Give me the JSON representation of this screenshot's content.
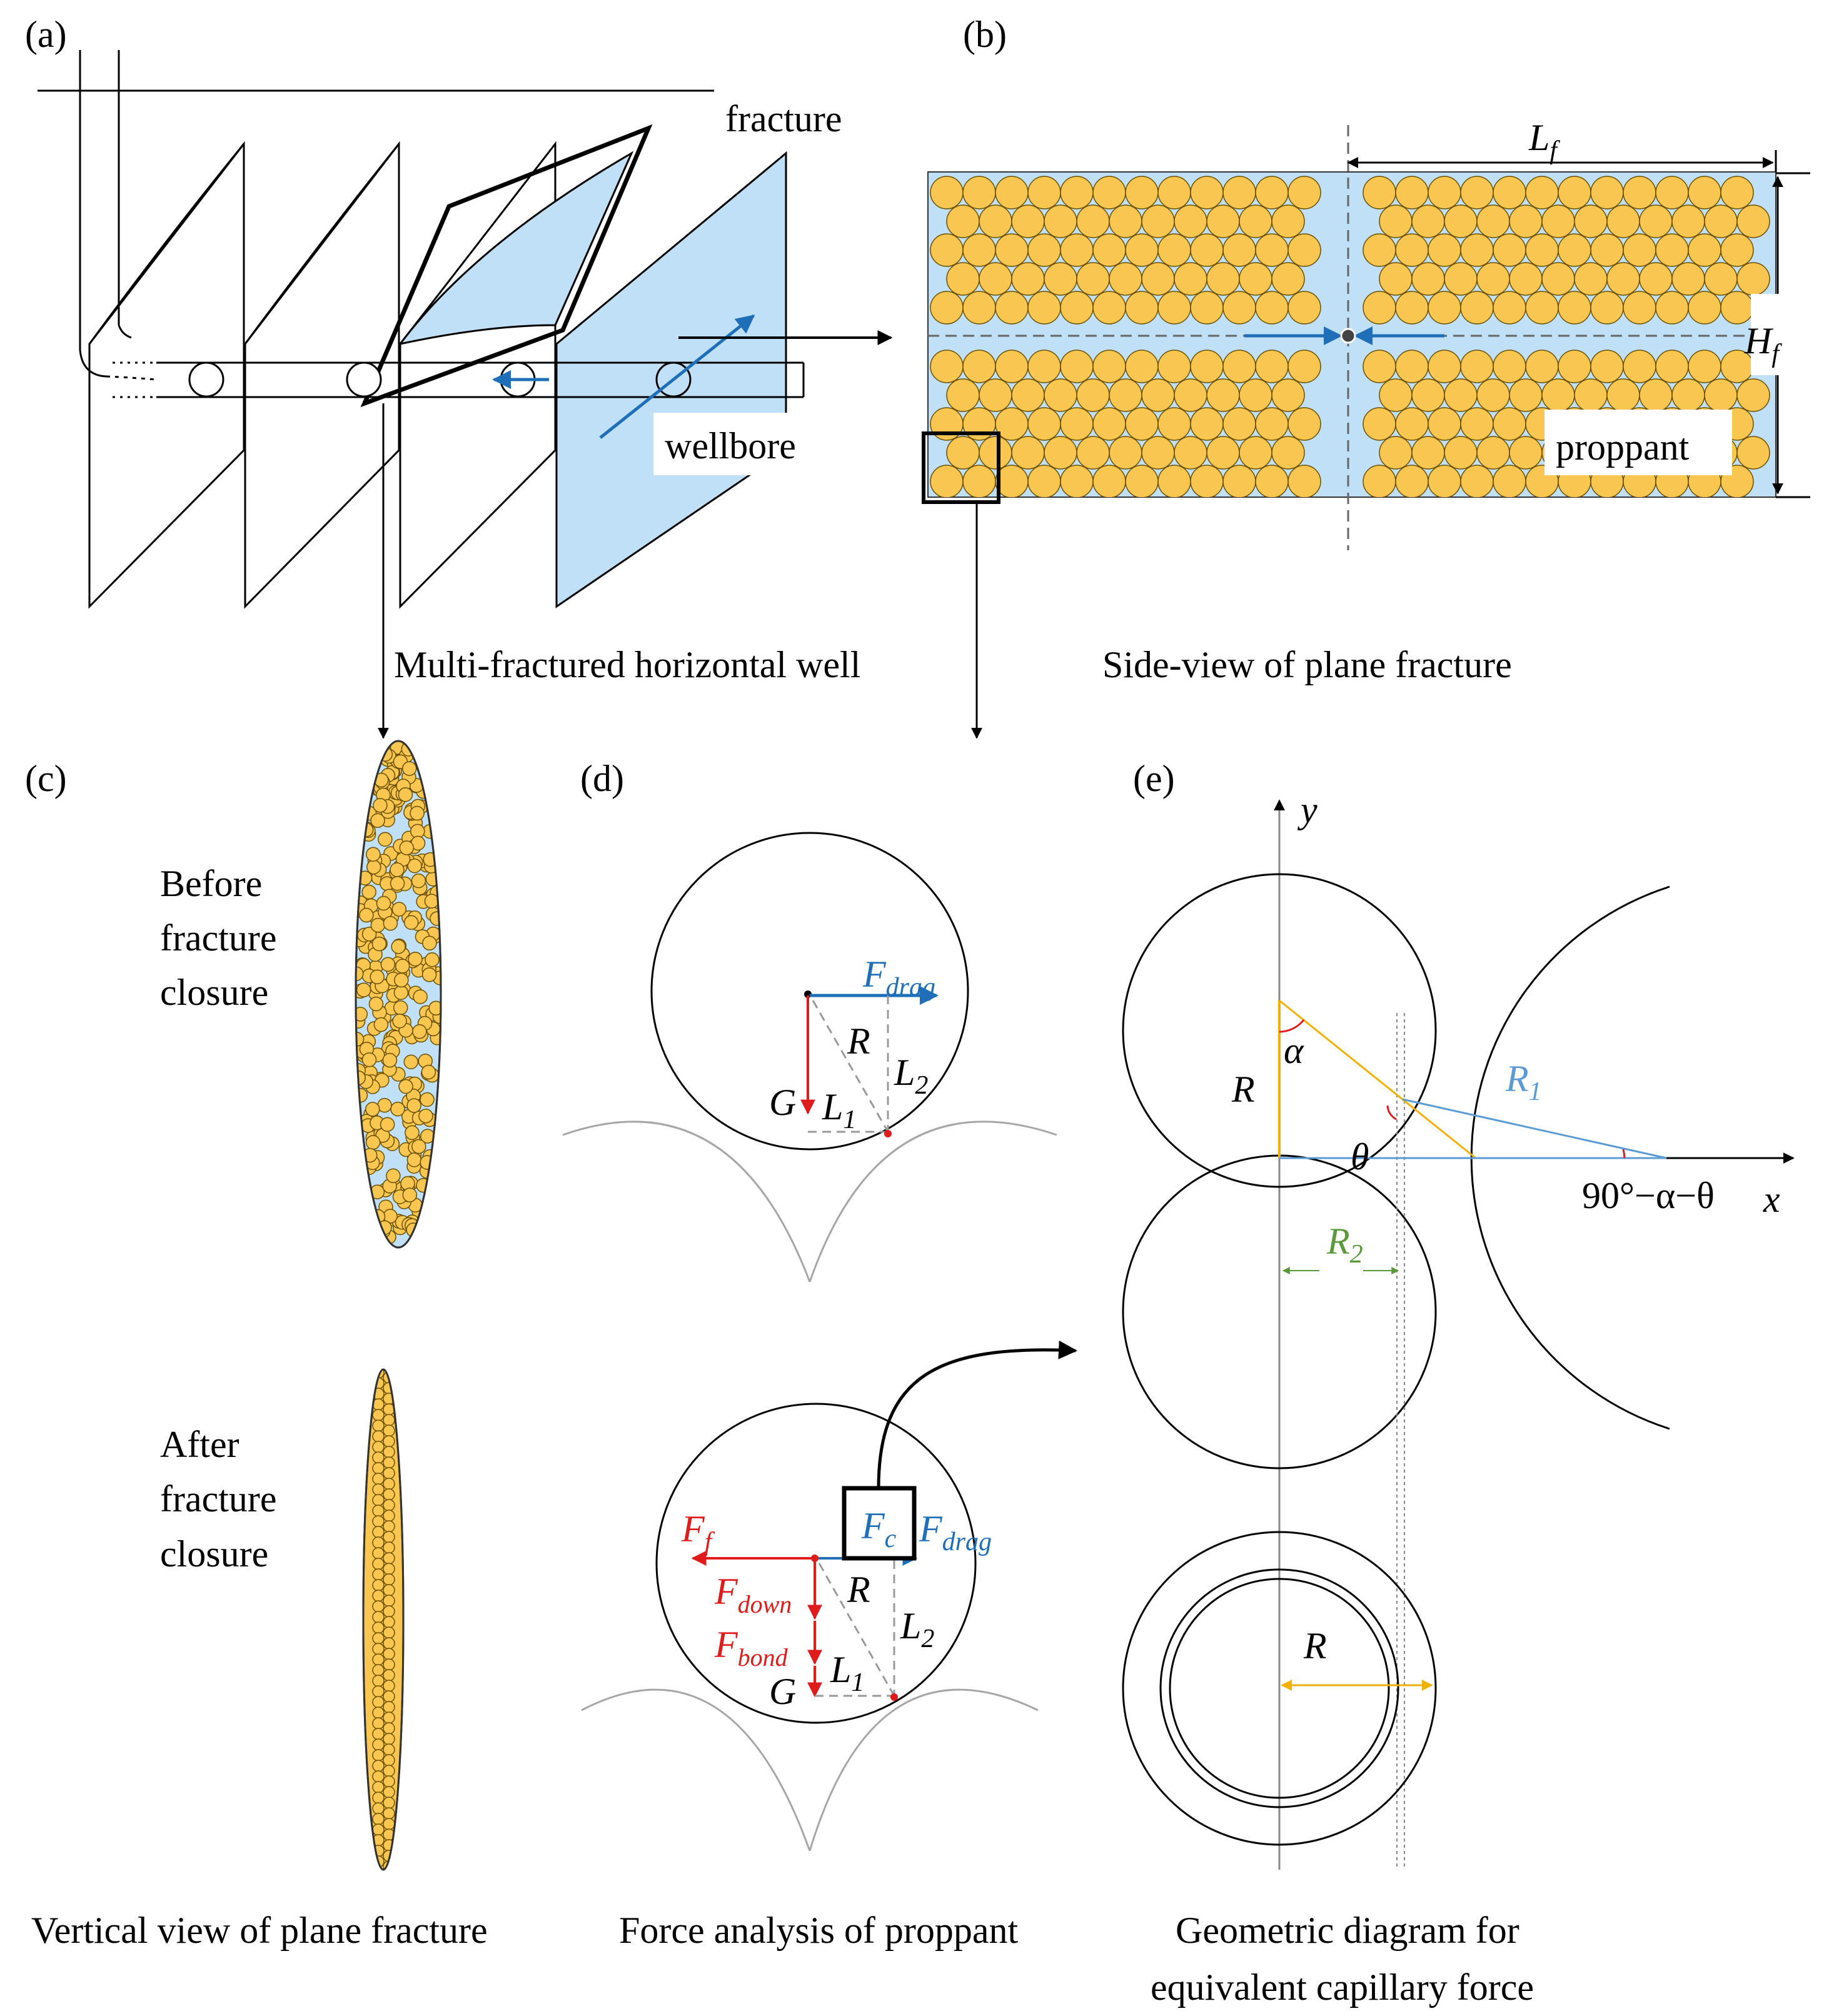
{
  "panels": {
    "a": {
      "letter": "(a)",
      "fracture_label": "fracture",
      "wellbore_label": "wellbore",
      "caption": "Multi-fractured horizontal well"
    },
    "b": {
      "letter": "(b)",
      "lf_main": "L",
      "lf_sub": "f",
      "hf_main": "H",
      "hf_sub": "f",
      "proppant_label": "proppant",
      "caption": "Side-view of plane fracture"
    },
    "c": {
      "letter": "(c)",
      "before": [
        "Before",
        "fracture",
        "closure"
      ],
      "after": [
        "After",
        "fracture",
        "closure"
      ],
      "caption": "Vertical view of plane fracture"
    },
    "d": {
      "letter": "(d)",
      "top": {
        "fdrag_main": "F",
        "fdrag_sub": "drag",
        "r": "R",
        "l2_main": "L",
        "l2_sub": "2",
        "g": "G",
        "l1_main": "L",
        "l1_sub": "1"
      },
      "bottom": {
        "ff_main": "F",
        "ff_sub": "f",
        "fc_main": "F",
        "fc_sub": "c",
        "fdrag_main": "F",
        "fdrag_sub": "drag",
        "fdown_main": "F",
        "fdown_sub": "down",
        "r": "R",
        "l2_main": "L",
        "l2_sub": "2",
        "fbond_main": "F",
        "fbond_sub": "bond",
        "g": "G",
        "l1_main": "L",
        "l1_sub": "1"
      },
      "caption": "Force analysis of proppant"
    },
    "e": {
      "letter": "(e)",
      "y_axis": "y",
      "x_axis": "x",
      "alpha": "α",
      "r": "R",
      "r1_main": "R",
      "r1_sub": "1",
      "theta": "θ",
      "angle_expr": "90°−α−θ",
      "r2_main": "R",
      "r2_sub": "2",
      "r_bottom": "R",
      "caption_lines": [
        "Geometric diagram for",
        "equivalent capillary force"
      ]
    }
  },
  "colors": {
    "fluid": "#bfe0f6",
    "proppant": "#f9c74f",
    "proppant_edge": "#6b4f00",
    "force_blue": "#1f6fb8",
    "force_red": "#e01b1b",
    "radius_orange": "#f2b000",
    "r1_blue": "#5b9bd5",
    "r2_green": "#5a9a3a",
    "gray": "#a6a6a6"
  }
}
